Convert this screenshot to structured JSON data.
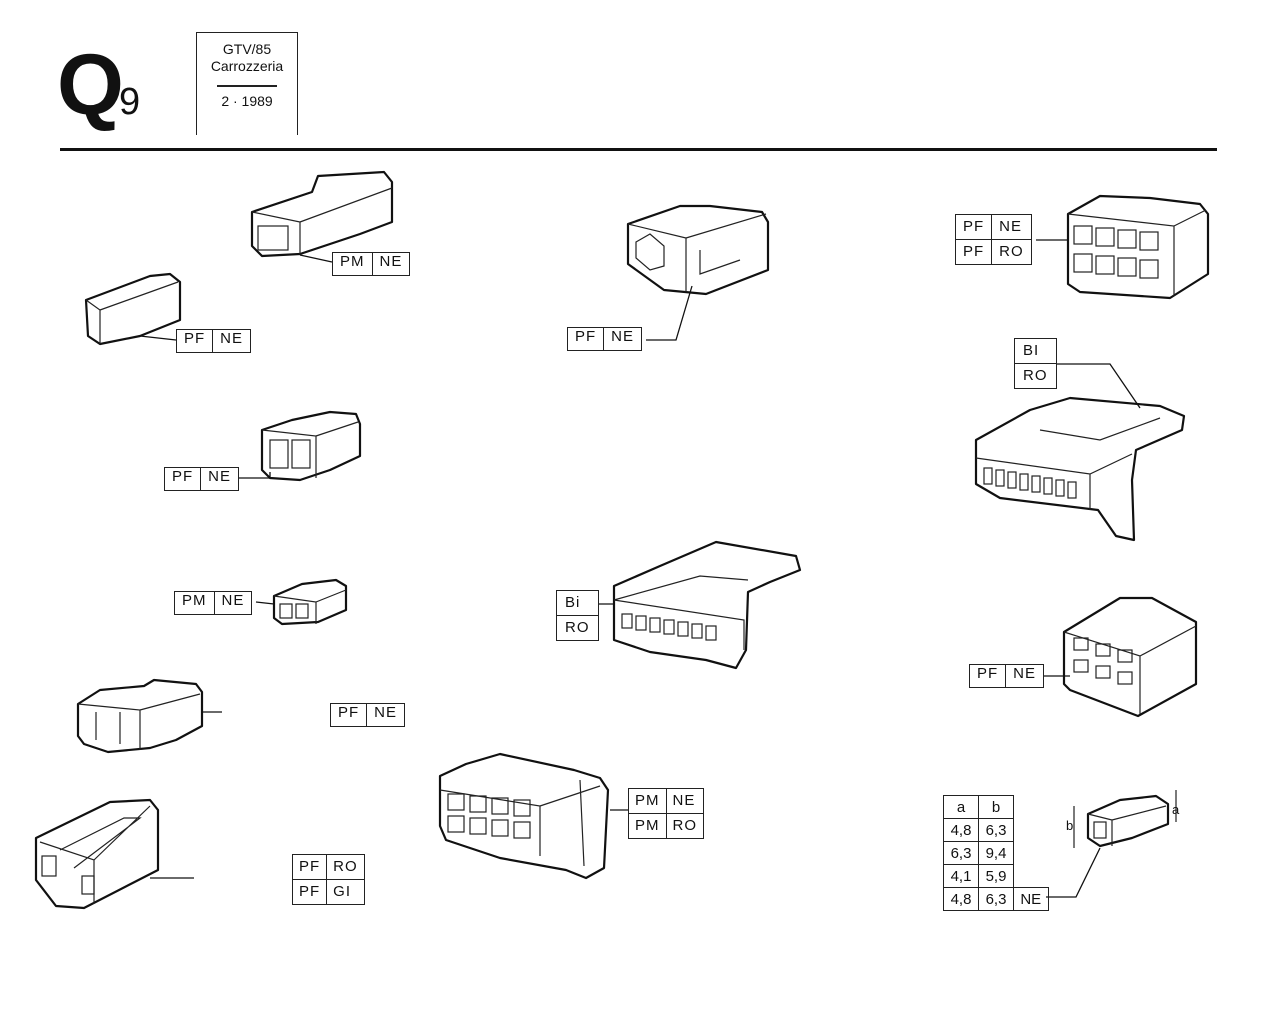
{
  "header": {
    "section_letter": "Q",
    "section_number": "9",
    "model": "GTV/85",
    "area": "Carrozzeria",
    "date": "2 · 1989"
  },
  "labels": {
    "c1": [
      "PM",
      "NE"
    ],
    "c2": [
      "PF",
      "NE"
    ],
    "c3": [
      "PF",
      "NE"
    ],
    "c4": [
      "PM",
      "NE"
    ],
    "c5": [
      "PF",
      "NE"
    ],
    "c6a": [
      "PF",
      "RO"
    ],
    "c6b": [
      "PF",
      "GI"
    ],
    "c7": [
      "PF",
      "NE"
    ],
    "c8": [
      "Bi",
      "RO"
    ],
    "c9a": [
      "PM",
      "NE"
    ],
    "c9b": [
      "PM",
      "RO"
    ],
    "c10a": [
      "PF",
      "NE"
    ],
    "c10b": [
      "PF",
      "RO"
    ],
    "c11": [
      "BI",
      "RO"
    ],
    "c12": [
      "PF",
      "NE"
    ]
  },
  "dimension_table": {
    "headers": [
      "a",
      "b"
    ],
    "rows": [
      [
        "4,8",
        "6,3",
        ""
      ],
      [
        "6,3",
        "9,4",
        ""
      ],
      [
        "4,1",
        "5,9",
        ""
      ],
      [
        "4,8",
        "6,3",
        "NE"
      ]
    ],
    "dim_a": "a",
    "dim_b": "b"
  }
}
